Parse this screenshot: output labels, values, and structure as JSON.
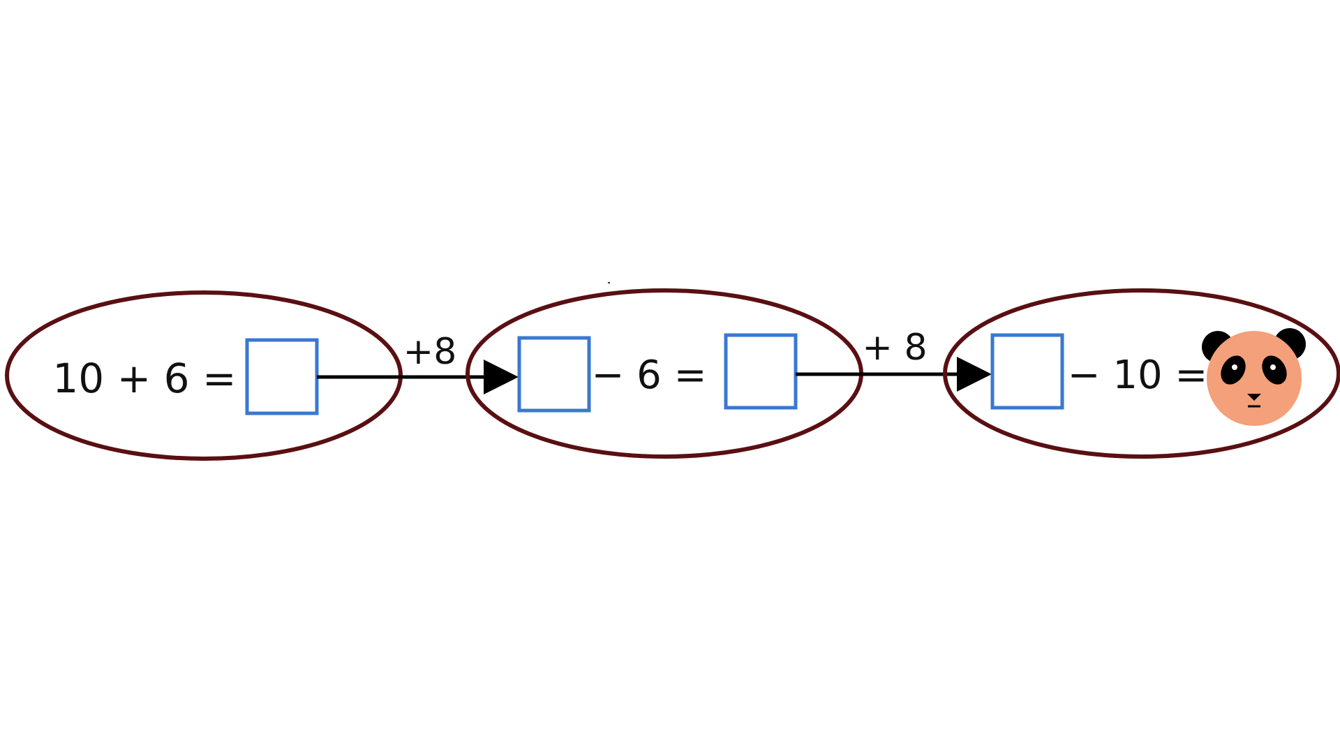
{
  "colors": {
    "oval_stroke": "#5a0f12",
    "answer_box_stroke": "#3a78d0",
    "arrow": "#000000",
    "text": "#111111",
    "panda_face": "#f4a07a",
    "panda_features": "#000000"
  },
  "group_1": {
    "expression": "10 + 6 ="
  },
  "link_1": {
    "label": "+8"
  },
  "group_2": {
    "expression": "− 6 ="
  },
  "link_2": {
    "label": "+ 8"
  },
  "group_3": {
    "expression": "− 10 =",
    "result_icon": "panda-face-icon"
  }
}
